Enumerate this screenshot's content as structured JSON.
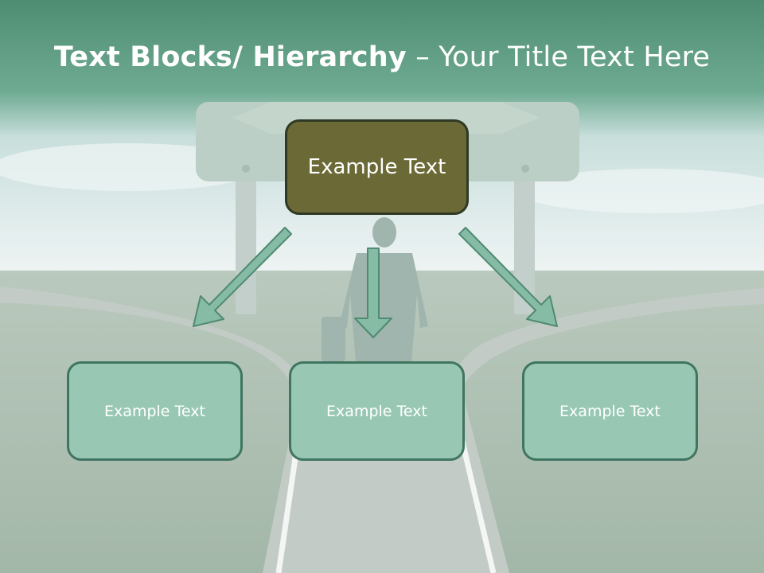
{
  "title": {
    "bold": "Text Blocks/ Hierarchy",
    "rest": " – Your Title Text Here"
  },
  "diagram": {
    "root": {
      "label": "Example Text"
    },
    "children": [
      {
        "label": "Example Text"
      },
      {
        "label": "Example Text"
      },
      {
        "label": "Example Text"
      }
    ]
  },
  "colors": {
    "header": "#5a9a80",
    "root_fill": "#6b6a36",
    "child_fill": "#98c8b4",
    "child_border": "#3f7561",
    "arrow_fill": "#86bca5",
    "arrow_stroke": "#4f8a72"
  }
}
